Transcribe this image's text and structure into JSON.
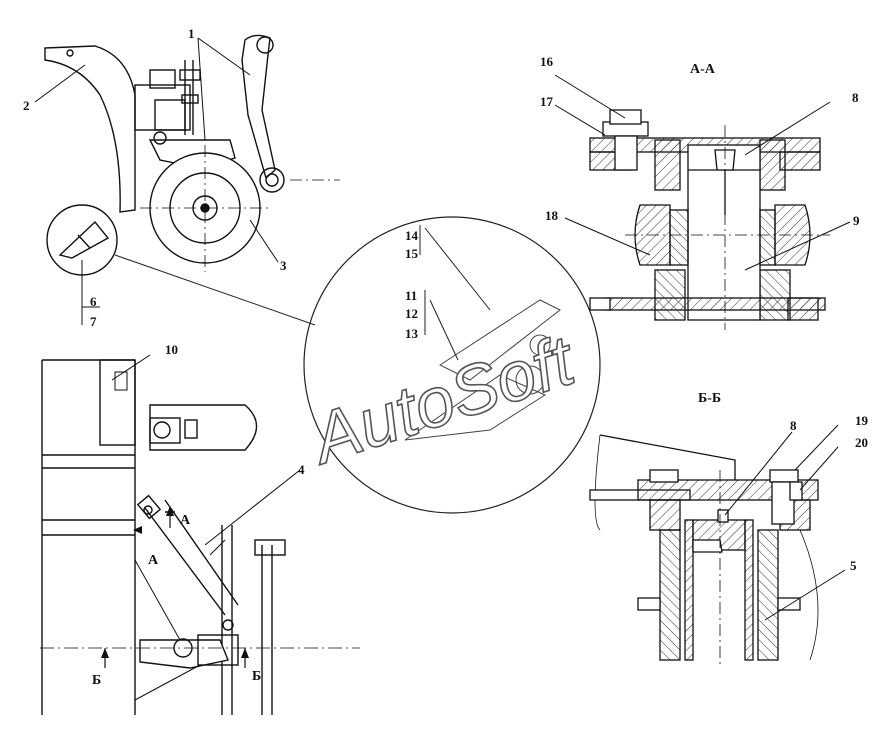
{
  "watermark": "AutoSoft",
  "sections": {
    "aa": "А-А",
    "bb": "Б-Б"
  },
  "markers": {
    "a_top": "А",
    "a_left": "А",
    "b_left": "Б",
    "b_right": "Б"
  },
  "callouts": {
    "c1": "1",
    "c2": "2",
    "c3": "3",
    "c4": "4",
    "c5": "5",
    "c6": "6",
    "c7": "7",
    "c8a": "8",
    "c8b": "8",
    "c9": "9",
    "c10": "10",
    "c11": "11",
    "c12": "12",
    "c13": "13",
    "c14": "14",
    "c15": "15",
    "c16": "16",
    "c17": "17",
    "c18": "18",
    "c19": "19",
    "c20": "20"
  }
}
